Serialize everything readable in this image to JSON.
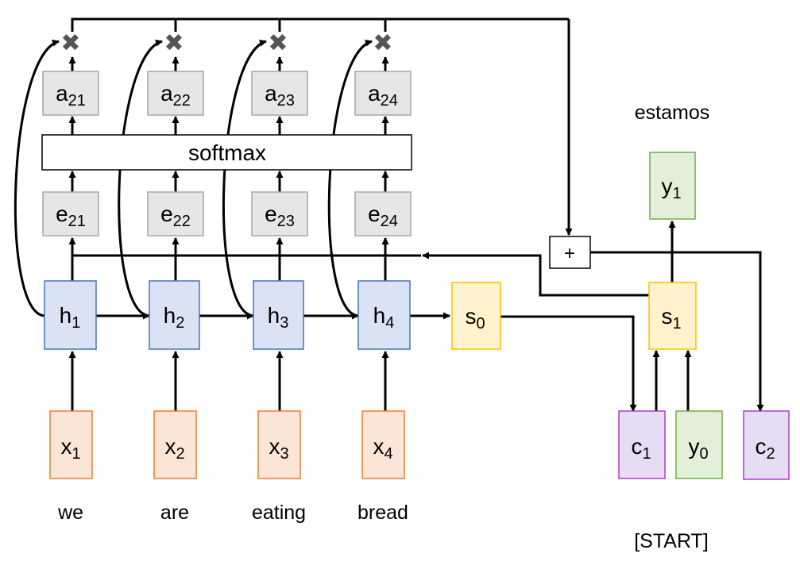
{
  "colors": {
    "gray_fill": "#e6e6e6",
    "gray_stroke": "#a6a6a6",
    "blue_fill": "#dae3f3",
    "blue_stroke": "#4472c4",
    "orange_fill": "#fbe5d6",
    "orange_stroke": "#ed7d31",
    "yellow_fill": "#fff2cc",
    "yellow_stroke": "#ffc000",
    "green_fill": "#e2f0d9",
    "green_stroke": "#70ad47",
    "purple_fill": "#e6dcf3",
    "purple_stroke": "#b43ad1",
    "mult_color": "#555555"
  },
  "inputs": [
    {
      "base": "x",
      "sub": "1",
      "word": "we"
    },
    {
      "base": "x",
      "sub": "2",
      "word": "are"
    },
    {
      "base": "x",
      "sub": "3",
      "word": "eating"
    },
    {
      "base": "x",
      "sub": "4",
      "word": "bread"
    }
  ],
  "hidden": [
    {
      "base": "h",
      "sub": "1"
    },
    {
      "base": "h",
      "sub": "2"
    },
    {
      "base": "h",
      "sub": "3"
    },
    {
      "base": "h",
      "sub": "4"
    }
  ],
  "scores": [
    {
      "base": "e",
      "sub": "21"
    },
    {
      "base": "e",
      "sub": "22"
    },
    {
      "base": "e",
      "sub": "23"
    },
    {
      "base": "e",
      "sub": "24"
    }
  ],
  "weights": [
    {
      "base": "a",
      "sub": "21"
    },
    {
      "base": "a",
      "sub": "22"
    },
    {
      "base": "a",
      "sub": "23"
    },
    {
      "base": "a",
      "sub": "24"
    }
  ],
  "softmax": "softmax",
  "multiply_symbol": "✖",
  "plus_symbol": "+",
  "decoder": {
    "s0": {
      "base": "s",
      "sub": "0"
    },
    "s1": {
      "base": "s",
      "sub": "1"
    },
    "y1": {
      "base": "y",
      "sub": "1"
    },
    "y0": {
      "base": "y",
      "sub": "0"
    },
    "c1": {
      "base": "c",
      "sub": "1"
    },
    "c2": {
      "base": "c",
      "sub": "2"
    },
    "output_word": "estamos",
    "start_token": "[START]"
  }
}
